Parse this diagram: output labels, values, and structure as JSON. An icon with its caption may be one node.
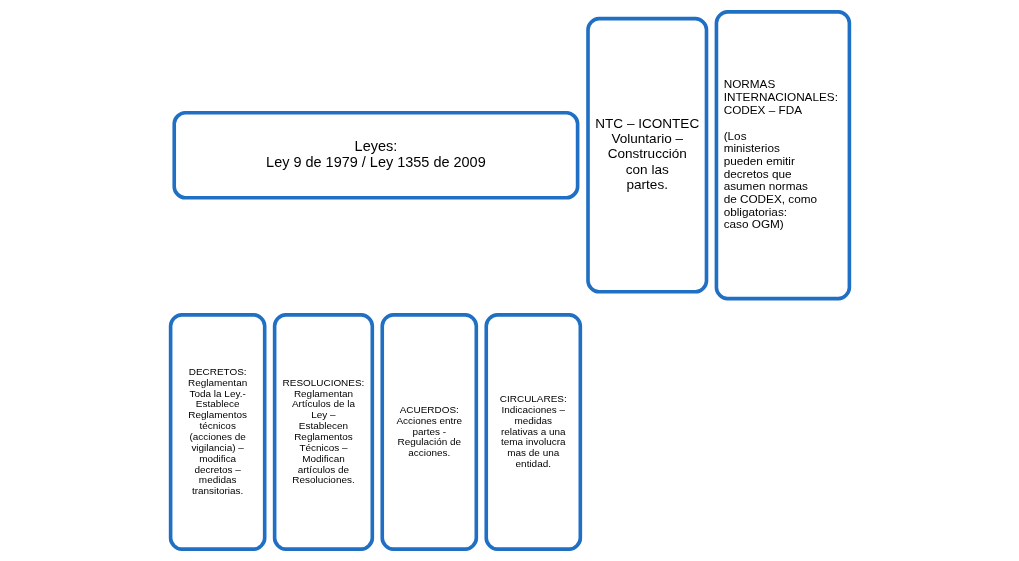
{
  "diagram": {
    "nodes": [
      {
        "text": [
          "Leyes:",
          "Ley 9 de 1979 / Ley 1355 de 2009"
        ]
      },
      {
        "text": [
          "DECRETOS: Reglamentan Toda la Ley.- Establece Reglamentos técnicos (acciones de vigilancia) – modifica decretos – medidas transitorias."
        ]
      },
      {
        "text": [
          "RESOLUCIONES: Reglamentan Artículos de la Ley – Establecen Reglamentos Técnicos – Modifican artículos de Resoluciones."
        ]
      },
      {
        "text": [
          "ACUERDOS: Acciones entre partes - Regulación de acciones."
        ]
      },
      {
        "text": [
          "CIRCULARES: Indicaciones – medidas relativas a una tema involucra mas de una entidad."
        ]
      },
      {
        "text": [
          "NTC – ICONTEC Voluntario – Construcción con las partes."
        ]
      },
      {
        "text": [
          "NORMAS INTERNACIONALES: CODEX – FDA",
          "(Los ministerios pueden emitir decretos que asumen normas de CODEX, como obligatorias: caso OGM)"
        ]
      }
    ],
    "edges": []
  }
}
